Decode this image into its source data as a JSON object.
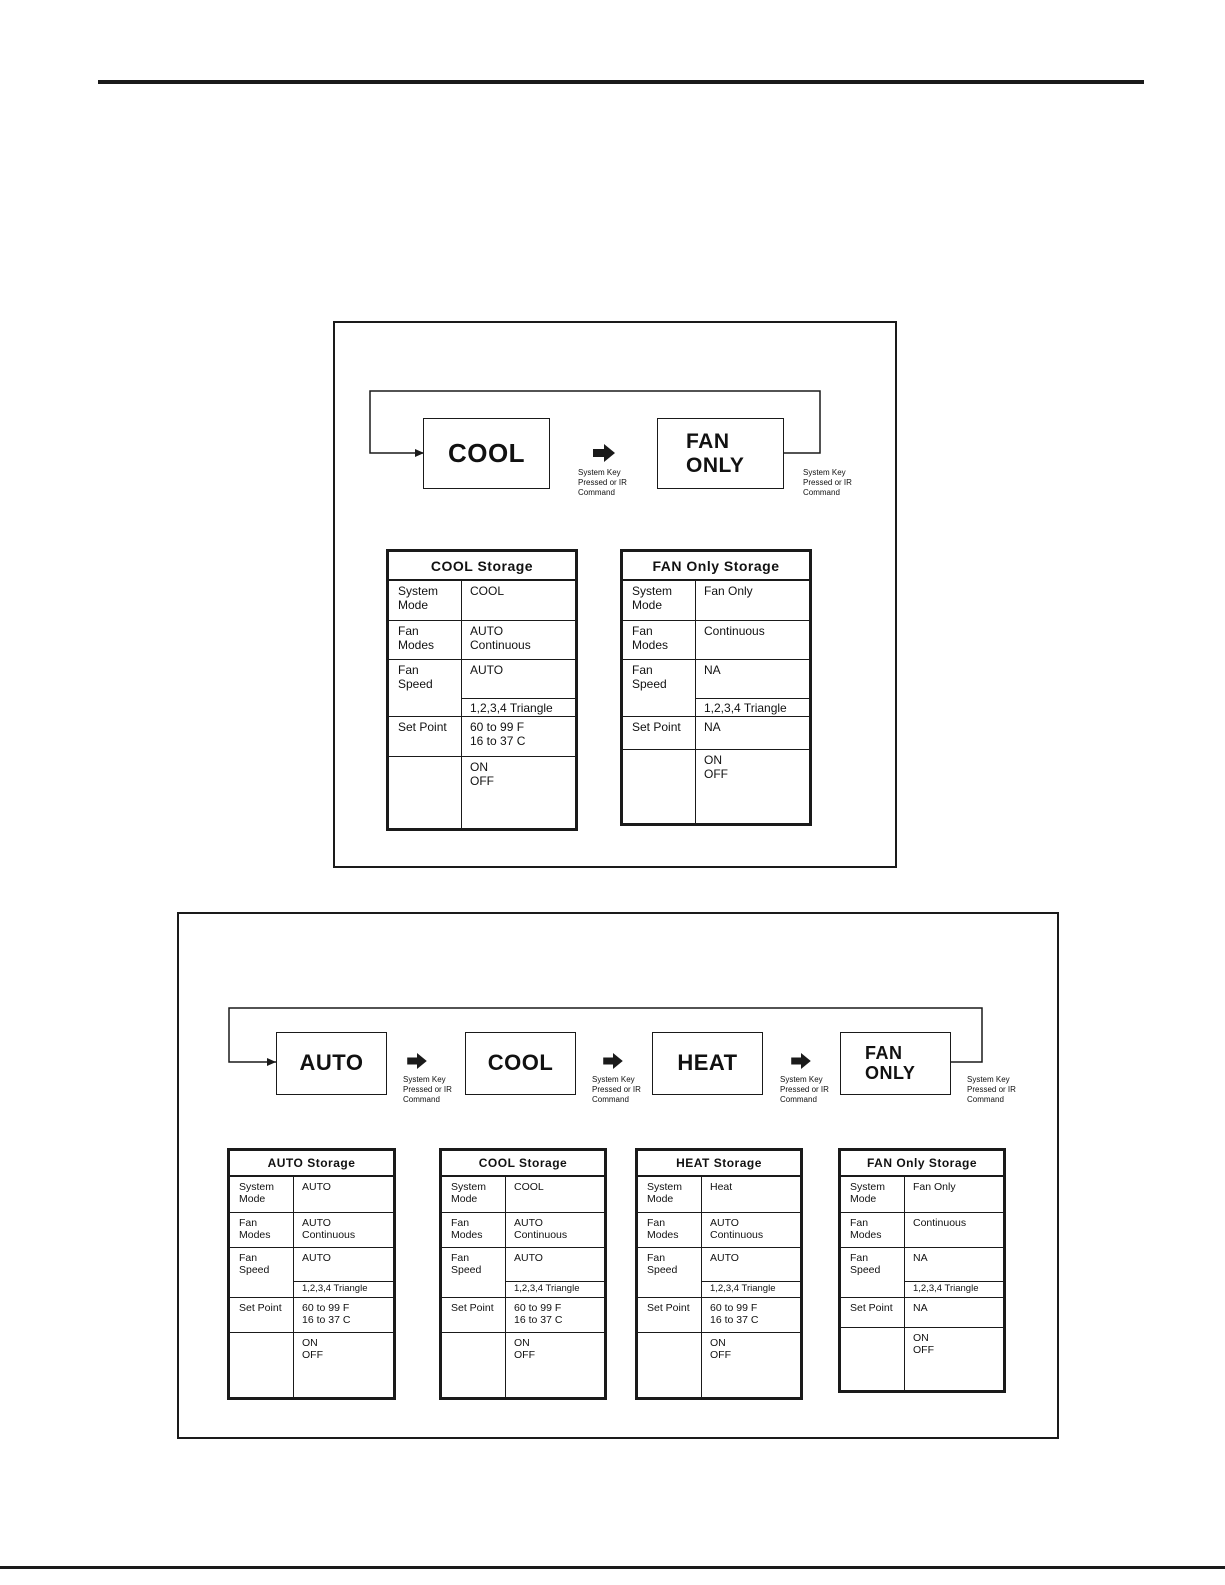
{
  "diagram_top": {
    "modes": [
      "COOL",
      "FAN\nONLY"
    ],
    "command_label": "System Key\nPressed or IR\nCommand",
    "storage": [
      {
        "title": "COOL Storage",
        "rows": {
          "system_mode": {
            "label": "System\nMode",
            "value": "COOL"
          },
          "fan_modes": {
            "label": "Fan\nModes",
            "value": "AUTO\nContinuous"
          },
          "fan_speed": {
            "label": "Fan\nSpeed",
            "value": "AUTO",
            "value2": "1,2,3,4 Triangle"
          },
          "set_point": {
            "label": "Set Point",
            "value": "60 to 99 F\n16 to 37 C"
          },
          "power": {
            "value": "ON\nOFF"
          }
        }
      },
      {
        "title": "FAN Only Storage",
        "rows": {
          "system_mode": {
            "label": "System\nMode",
            "value": "Fan Only"
          },
          "fan_modes": {
            "label": "Fan\nModes",
            "value": "Continuous"
          },
          "fan_speed": {
            "label": "Fan\nSpeed",
            "value": "NA",
            "value2": "1,2,3,4 Triangle"
          },
          "set_point": {
            "label": "Set Point",
            "value": "NA"
          },
          "power": {
            "value": "ON\nOFF"
          }
        }
      }
    ]
  },
  "diagram_bottom": {
    "modes": [
      "AUTO",
      "COOL",
      "HEAT",
      "FAN\nONLY"
    ],
    "command_label": "System Key\nPressed or IR\nCommand",
    "storage": [
      {
        "title": "AUTO Storage",
        "rows": {
          "system_mode": {
            "label": "System\nMode",
            "value": "AUTO"
          },
          "fan_modes": {
            "label": "Fan\nModes",
            "value": "AUTO\nContinuous"
          },
          "fan_speed": {
            "label": "Fan\nSpeed",
            "value": "AUTO",
            "value2": "1,2,3,4 Triangle"
          },
          "set_point": {
            "label": "Set Point",
            "value": "60 to 99 F\n16 to 37 C"
          },
          "power": {
            "value": "ON\nOFF"
          }
        }
      },
      {
        "title": "COOL Storage",
        "rows": {
          "system_mode": {
            "label": "System\nMode",
            "value": "COOL"
          },
          "fan_modes": {
            "label": "Fan\nModes",
            "value": "AUTO\nContinuous"
          },
          "fan_speed": {
            "label": "Fan\nSpeed",
            "value": "AUTO",
            "value2": "1,2,3,4 Triangle"
          },
          "set_point": {
            "label": "Set Point",
            "value": "60 to 99 F\n16 to 37 C"
          },
          "power": {
            "value": "ON\nOFF"
          }
        }
      },
      {
        "title": "HEAT Storage",
        "rows": {
          "system_mode": {
            "label": "System\nMode",
            "value": "Heat"
          },
          "fan_modes": {
            "label": "Fan\nModes",
            "value": "AUTO\nContinuous"
          },
          "fan_speed": {
            "label": "Fan\nSpeed",
            "value": "AUTO",
            "value2": "1,2,3,4 Triangle"
          },
          "set_point": {
            "label": "Set Point",
            "value": "60 to 99 F\n16 to 37 C"
          },
          "power": {
            "value": "ON\nOFF"
          }
        }
      },
      {
        "title": "FAN Only Storage",
        "rows": {
          "system_mode": {
            "label": "System\nMode",
            "value": "Fan Only"
          },
          "fan_modes": {
            "label": "Fan\nModes",
            "value": "Continuous"
          },
          "fan_speed": {
            "label": "Fan\nSpeed",
            "value": "NA",
            "value2": "1,2,3,4 Triangle"
          },
          "set_point": {
            "label": "Set Point",
            "value": "NA"
          },
          "power": {
            "value": "ON\nOFF"
          }
        }
      }
    ]
  }
}
